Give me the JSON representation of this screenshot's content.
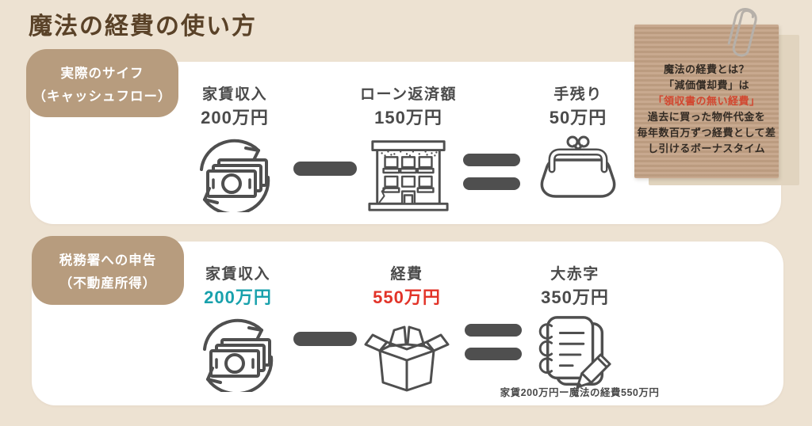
{
  "title": "魔法の経費の使い方",
  "colors": {
    "background": "#ede2d2",
    "panel": "#ffffff",
    "badge": "#b79c7e",
    "title": "#5a4228",
    "text_dark": "#4a4a4a",
    "teal": "#18a1ac",
    "red": "#e23328",
    "operator_bar": "#4f4f4f",
    "note_bg": "#c2a184",
    "note_text": "#332b24",
    "note_red": "#d2462f"
  },
  "note": {
    "lines": [
      {
        "text": "魔法の経費とは？",
        "tone": "dark"
      },
      {
        "text": "「減価償却費」は",
        "tone": "dark"
      },
      {
        "text": "「領収書の無い経費」",
        "tone": "red"
      },
      {
        "text": "過去に買った物件代金を",
        "tone": "dark"
      },
      {
        "text": "毎年数百万ずつ経費として差",
        "tone": "dark"
      },
      {
        "text": "し引けるボーナスタイム",
        "tone": "dark"
      }
    ]
  },
  "rows": [
    {
      "badge": {
        "line1": "実際のサイフ",
        "line2": "（キャッシュフロー）"
      },
      "operators": [
        "minus",
        "equals"
      ],
      "items": [
        {
          "label": "家賃収入",
          "value": "200万円",
          "icon": "money-cycle"
        },
        {
          "label": "ローン返済額",
          "value": "150万円",
          "icon": "building"
        },
        {
          "label": "手残り",
          "value": "50万円",
          "icon": "coin-purse"
        }
      ]
    },
    {
      "badge": {
        "line1": "税務署への申告",
        "line2": "（不動産所得）"
      },
      "operators": [
        "minus",
        "equals"
      ],
      "caption": "家賃200万円ー魔法の経費550万円",
      "items": [
        {
          "label": "家賃収入",
          "value": "200万円",
          "icon": "money-cycle"
        },
        {
          "label": "経費",
          "value": "550万円",
          "icon": "open-box"
        },
        {
          "label": "大赤字",
          "value": "350万円",
          "icon": "notebook-pencil"
        }
      ]
    }
  ]
}
